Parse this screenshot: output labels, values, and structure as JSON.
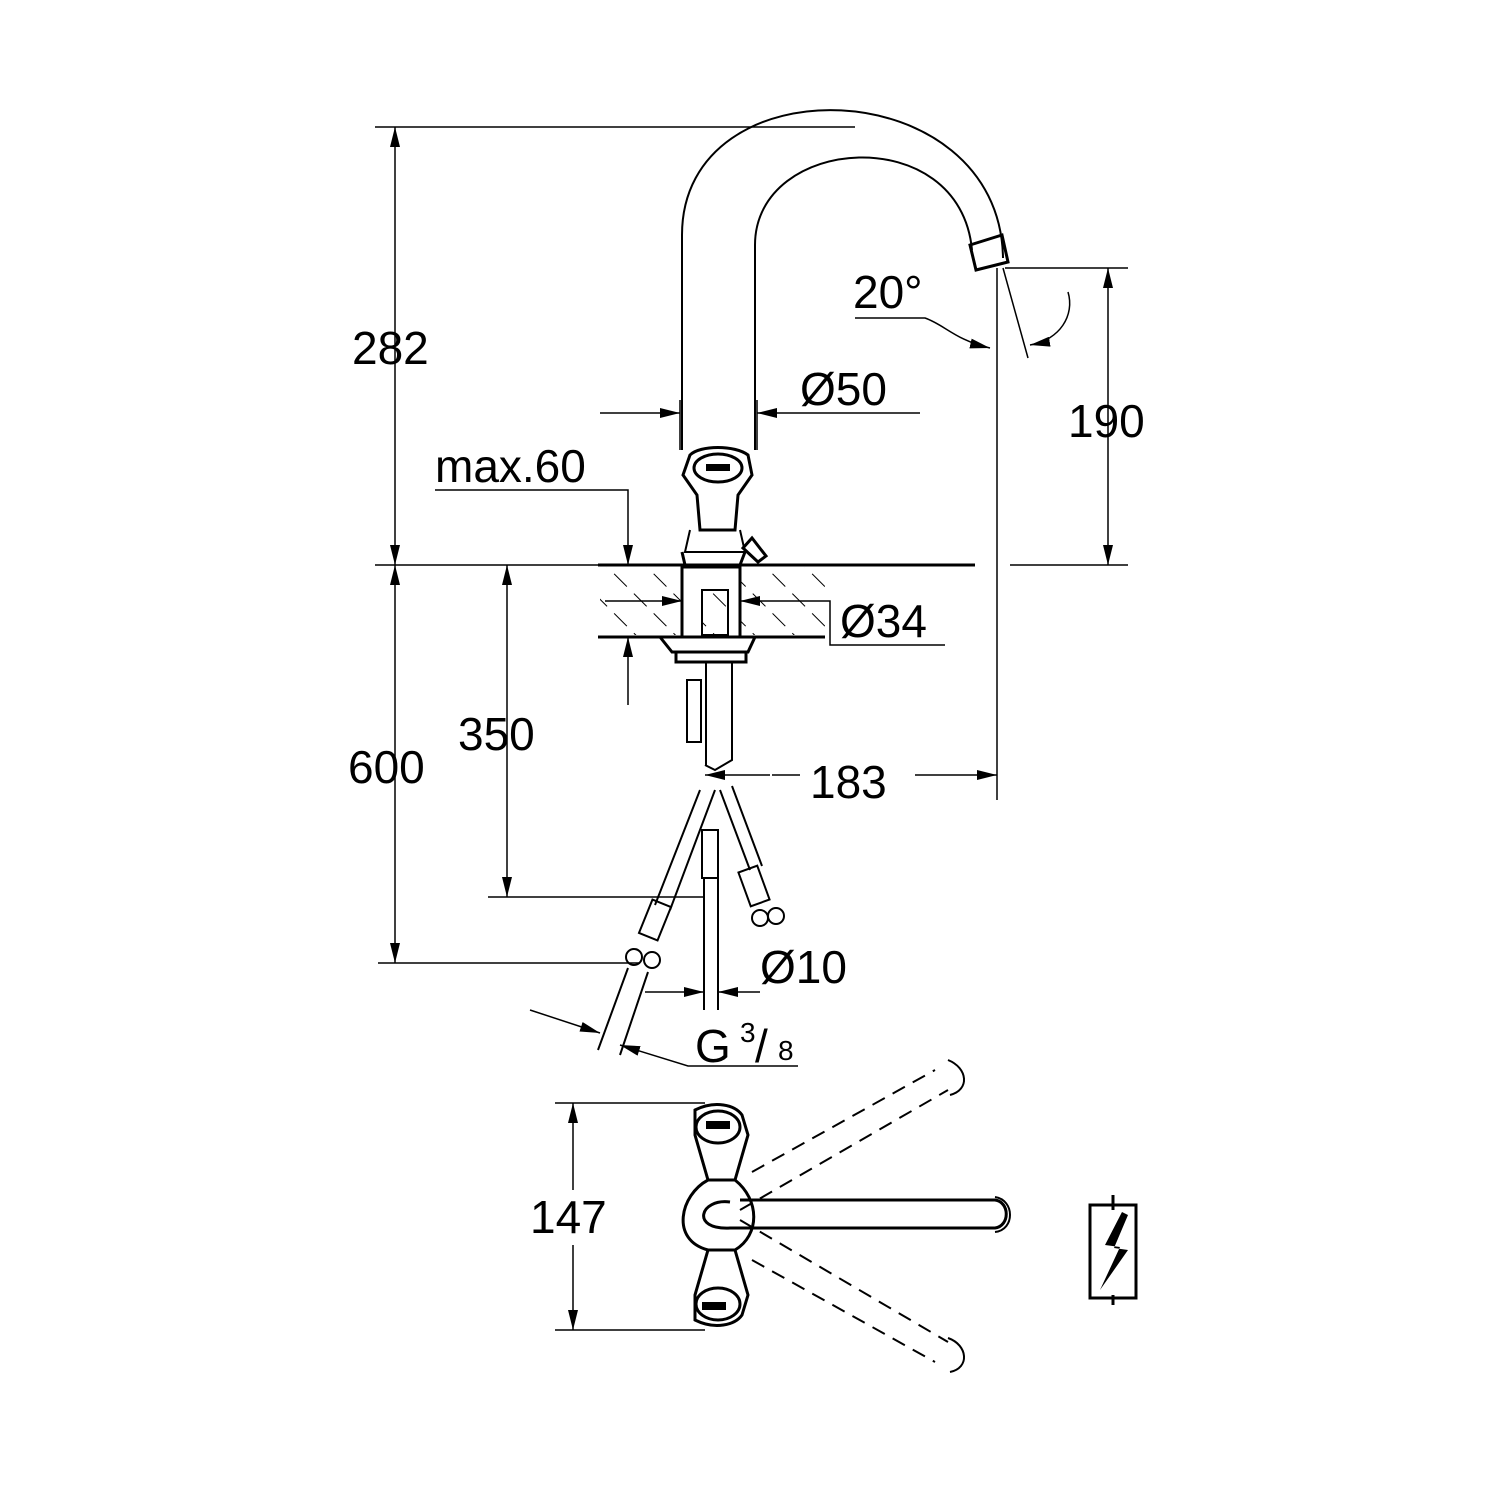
{
  "dimensions": {
    "height_total": "282",
    "spout_height": "190",
    "spout_angle": "20°",
    "spout_diameter": "Ø50",
    "deck_thickness": "max.60",
    "hole_diameter": "Ø34",
    "hose_length_short": "350",
    "hose_length_long": "600",
    "spout_reach": "183",
    "hose_diameter": "Ø10",
    "connection_thread": "G",
    "connection_thread_num": "3",
    "connection_thread_den": "8",
    "handle_span": "147"
  },
  "symbols": {
    "electrical": "lightning-bolt-icon"
  }
}
